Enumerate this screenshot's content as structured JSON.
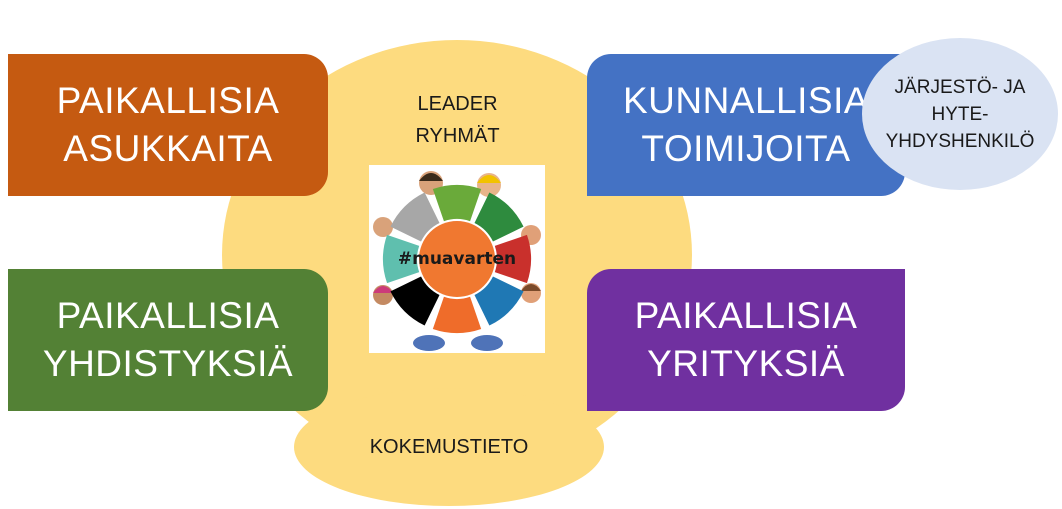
{
  "center": {
    "leader_lines": [
      "LEADER",
      "RYHMÄT"
    ],
    "logo_text": "#muavarten"
  },
  "boxes": {
    "top_left": {
      "lines": [
        "PAIKALLISIA",
        "ASUKKAITA"
      ],
      "color": "#c55a11"
    },
    "bottom_left": {
      "lines": [
        "PAIKALLISIA",
        "YHDISTYKSIÄ"
      ],
      "color": "#538135"
    },
    "top_right": {
      "lines": [
        "KUNNALLISIA",
        "TOIMIJOITA"
      ],
      "color": "#4472c4"
    },
    "bottom_right": {
      "lines": [
        "PAIKALLISIA",
        "YRITYKSIÄ"
      ],
      "color": "#7030a0"
    }
  },
  "bubble": {
    "lines": [
      "JÄRJESTÖ- JA",
      "HYTE-",
      "YHDYSHENKILÖ"
    ],
    "color": "#dae3f3"
  },
  "bottom": {
    "label": "KOKEMUSTIETO"
  },
  "colors": {
    "ellipse": "#fddb7f",
    "wheel_segments": [
      "#6aaa3a",
      "#2e8b3e",
      "#c9302c",
      "#1f78b4",
      "#ef6c2a",
      "#000000",
      "#5fbfae",
      "#a7a7a7"
    ],
    "wheel_center": "#f07830"
  }
}
